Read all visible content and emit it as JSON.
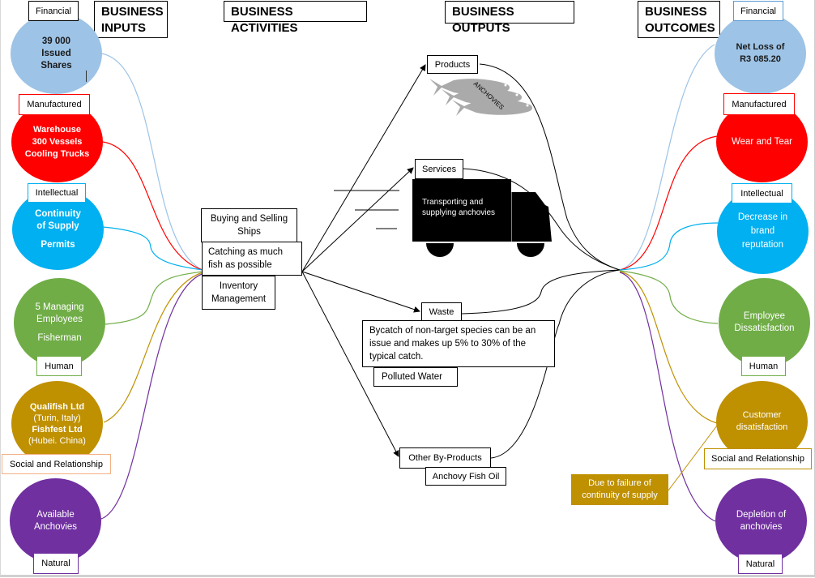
{
  "headers": {
    "inputs": "BUSINESS INPUTS",
    "activities": "BUSINESS ACTIVITIES",
    "outputs": "BUSINESS OUTPUTS",
    "outcomes": "BUSINESS OUTCOMES"
  },
  "colors": {
    "financial": "#9dc3e6",
    "manufactured": "#ff0000",
    "intellectual": "#00b0f0",
    "human": "#70ad47",
    "social": "#bf9000",
    "natural": "#7030a0"
  },
  "inputs": [
    {
      "capital": "Financial",
      "lines": [
        "39 000",
        "Issued",
        "Shares"
      ]
    },
    {
      "capital": "Manufactured",
      "lines": [
        "Warehouse",
        "300 Vessels",
        "Cooling Trucks"
      ]
    },
    {
      "capital": "Intellectual",
      "lines": [
        "Continuity",
        "of Supply",
        "Permits"
      ]
    },
    {
      "capital": "Human",
      "lines": [
        "5 Managing",
        "Employees",
        "Fisherman"
      ]
    },
    {
      "capital": "Social and Relationship",
      "lines": [
        "Qualifish Ltd",
        "(Turin, Italy)",
        "Fishfest Ltd",
        "(Hubei. China)"
      ]
    },
    {
      "capital": "Natural",
      "lines": [
        "Available",
        "Anchovies"
      ]
    }
  ],
  "activities": [
    "Buying and Selling Ships",
    "Catching as much fish as possible",
    "Inventory Management"
  ],
  "outputs": {
    "products": {
      "label": "Products",
      "graphic_label": "ANCHOVIES"
    },
    "services": {
      "label": "Services",
      "description": "Transporting and supplying anchovies"
    },
    "waste": {
      "label": "Waste",
      "note": "Bycatch of non-target species can be an issue and makes up 5% to 30% of the typical catch.",
      "item": "Polluted Water"
    },
    "by_products": {
      "label": "Other By-Products",
      "item": "Anchovy Fish Oil"
    }
  },
  "outcomes": [
    {
      "capital": "Financial",
      "lines": [
        "Net Loss of",
        "R3 085.20"
      ]
    },
    {
      "capital": "Manufactured",
      "lines": [
        "Wear and Tear"
      ]
    },
    {
      "capital": "Intellectual",
      "lines": [
        "Decrease in",
        "brand",
        "reputation"
      ]
    },
    {
      "capital": "Human",
      "lines": [
        "Employee",
        "Dissatisfaction"
      ]
    },
    {
      "capital": "Social and Relationship",
      "lines": [
        "Customer",
        "disatisfaction"
      ]
    },
    {
      "capital": "Natural",
      "lines": [
        "Depletion of",
        "anchovies"
      ]
    }
  ],
  "outcome_note": "Due to failure of continuity of supply"
}
